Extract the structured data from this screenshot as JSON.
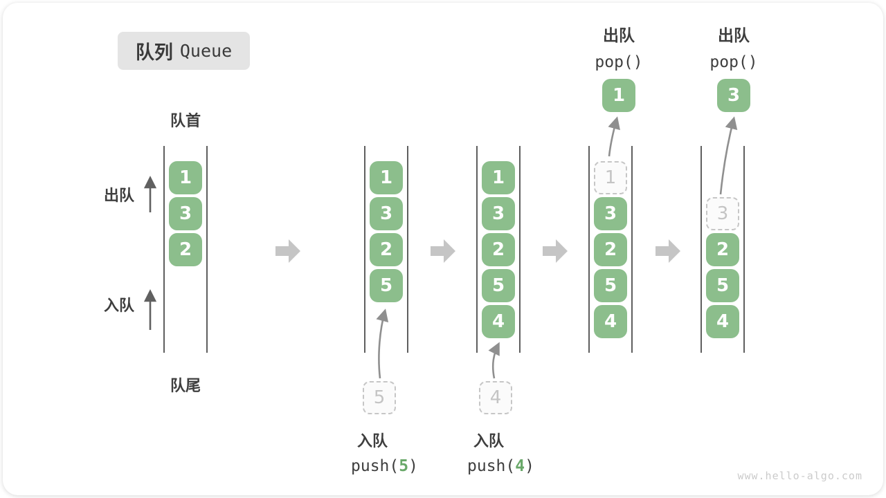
{
  "title": {
    "badge_zh": "队列",
    "badge_en": "Queue"
  },
  "side_labels": {
    "front": "队首",
    "rear": "队尾",
    "dequeue": "出队",
    "enqueue": "入队"
  },
  "watermark": "www.hello-algo.com",
  "colors": {
    "box_green": "#8CBE8C",
    "accent_green": "#69A869",
    "text_dark": "#3E3E3E",
    "wall_gray": "#5E5E5E",
    "flow_arrow_gray": "#C5C5C5",
    "curve_arrow_gray": "#8F8F8F",
    "dashed_gray": "#C6C6C6",
    "badge_bg": "#E4E4E4"
  },
  "stages": [
    {
      "name": "initial",
      "slots": [
        {
          "v": "1",
          "t": "filled"
        },
        {
          "v": "3",
          "t": "filled"
        },
        {
          "v": "2",
          "t": "filled"
        }
      ]
    },
    {
      "name": "push-5",
      "slots": [
        {
          "v": "1",
          "t": "filled"
        },
        {
          "v": "3",
          "t": "filled"
        },
        {
          "v": "2",
          "t": "filled"
        },
        {
          "v": "5",
          "t": "filled"
        }
      ],
      "staging": "5",
      "caption": {
        "line1": "入队",
        "fn_open": "push(",
        "arg": "5",
        "fn_close": ")"
      }
    },
    {
      "name": "push-4",
      "slots": [
        {
          "v": "1",
          "t": "filled"
        },
        {
          "v": "3",
          "t": "filled"
        },
        {
          "v": "2",
          "t": "filled"
        },
        {
          "v": "5",
          "t": "filled"
        },
        {
          "v": "4",
          "t": "filled"
        }
      ],
      "staging": "4",
      "caption": {
        "line1": "入队",
        "fn_open": "push(",
        "arg": "4",
        "fn_close": ")"
      }
    },
    {
      "name": "pop-1",
      "slots": [
        {
          "v": "1",
          "t": "dashed"
        },
        {
          "v": "3",
          "t": "filled"
        },
        {
          "v": "2",
          "t": "filled"
        },
        {
          "v": "5",
          "t": "filled"
        },
        {
          "v": "4",
          "t": "filled"
        }
      ],
      "popped": "1",
      "header": {
        "line1": "出队",
        "line2": "pop()"
      }
    },
    {
      "name": "pop-3",
      "slots": [
        {
          "t": "empty"
        },
        {
          "v": "3",
          "t": "dashed"
        },
        {
          "v": "2",
          "t": "filled"
        },
        {
          "v": "5",
          "t": "filled"
        },
        {
          "v": "4",
          "t": "filled"
        }
      ],
      "popped": "3",
      "header": {
        "line1": "出队",
        "line2": "pop()"
      }
    }
  ]
}
